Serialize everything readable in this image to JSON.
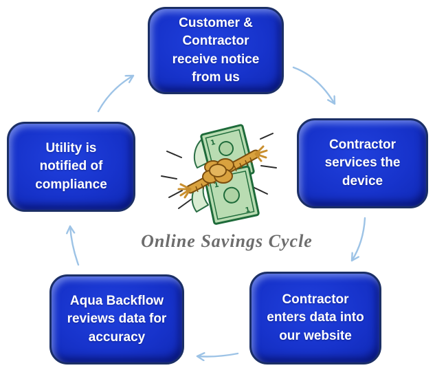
{
  "diagram": {
    "title": "Online Savings Cycle",
    "center_icon": "money-bundle-icon",
    "colors": {
      "node_fill": "#1733cb",
      "node_border": "#1b2f66",
      "node_text": "#ffffff",
      "arrow": "#9dc3e6",
      "title_text": "#6d6d6d",
      "bill_green": "#b9dcb2",
      "bill_outline_green": "#1e6b3a",
      "rope_tan": "#d9a23f"
    },
    "nodes": [
      {
        "id": "top",
        "label": "Customer & Contractor receive notice from us"
      },
      {
        "id": "right",
        "label": "Contractor services the device"
      },
      {
        "id": "bottom-right",
        "label": "Contractor enters data into our website"
      },
      {
        "id": "bottom-left",
        "label": "Aqua Backflow reviews data for accuracy"
      },
      {
        "id": "left",
        "label": "Utility is notified of compliance"
      }
    ],
    "arrows": [
      {
        "from": "top",
        "to": "right"
      },
      {
        "from": "right",
        "to": "bottom-right"
      },
      {
        "from": "bottom-right",
        "to": "bottom-left"
      },
      {
        "from": "bottom-left",
        "to": "left"
      },
      {
        "from": "left",
        "to": "top"
      }
    ]
  }
}
